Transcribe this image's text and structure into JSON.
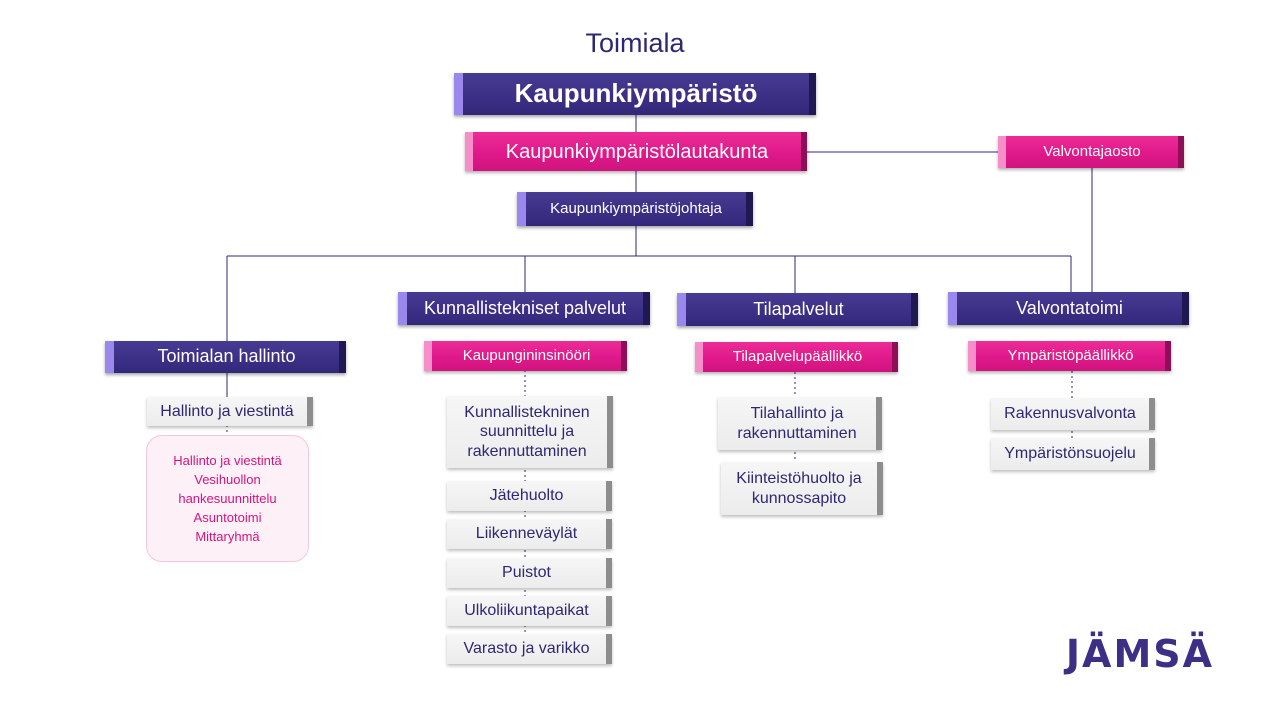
{
  "title": "Toimiala",
  "top": "Kaupunkiympäristö",
  "board": "Kaupunkiympäristölautakunta",
  "subboard": "Valvontajaosto",
  "director": "Kaupunkiympäristöjohtaja",
  "departments": [
    {
      "name": "Toimialan hallinto",
      "items": [
        "Hallinto ja viestintä"
      ]
    },
    {
      "name": "Kunnallistekniset palvelut",
      "head": "Kaupungininsinööri",
      "items": [
        "Kunnallistekninen suunnittelu ja rakennuttaminen",
        "Jätehuolto",
        "Liikenneväylät",
        "Puistot",
        "Ulkoliikuntapaikat",
        "Varasto ja varikko"
      ]
    },
    {
      "name": "Tilapalvelut",
      "head": "Tilapalvelupäällikkö",
      "items": [
        "Tilahallinto ja rakennuttaminen",
        "Kiinteistöhuolto ja kunnossapito"
      ]
    },
    {
      "name": "Valvontatoimi",
      "head": "Ympäristöpäällikkö",
      "items": [
        "Rakennusvalvonta",
        "Ympäristönsuojelu"
      ]
    }
  ],
  "admin_units": [
    "Hallinto ja viestintä",
    "Vesihuollon hankesuunnittelu",
    "Asuntotoimi",
    "Mittaryhmä"
  ],
  "logo": "JÄMSÄ",
  "colors": {
    "purple": "#3c3086",
    "magenta": "#e0198a",
    "line": "#2e2872",
    "text": "#2e2872"
  }
}
